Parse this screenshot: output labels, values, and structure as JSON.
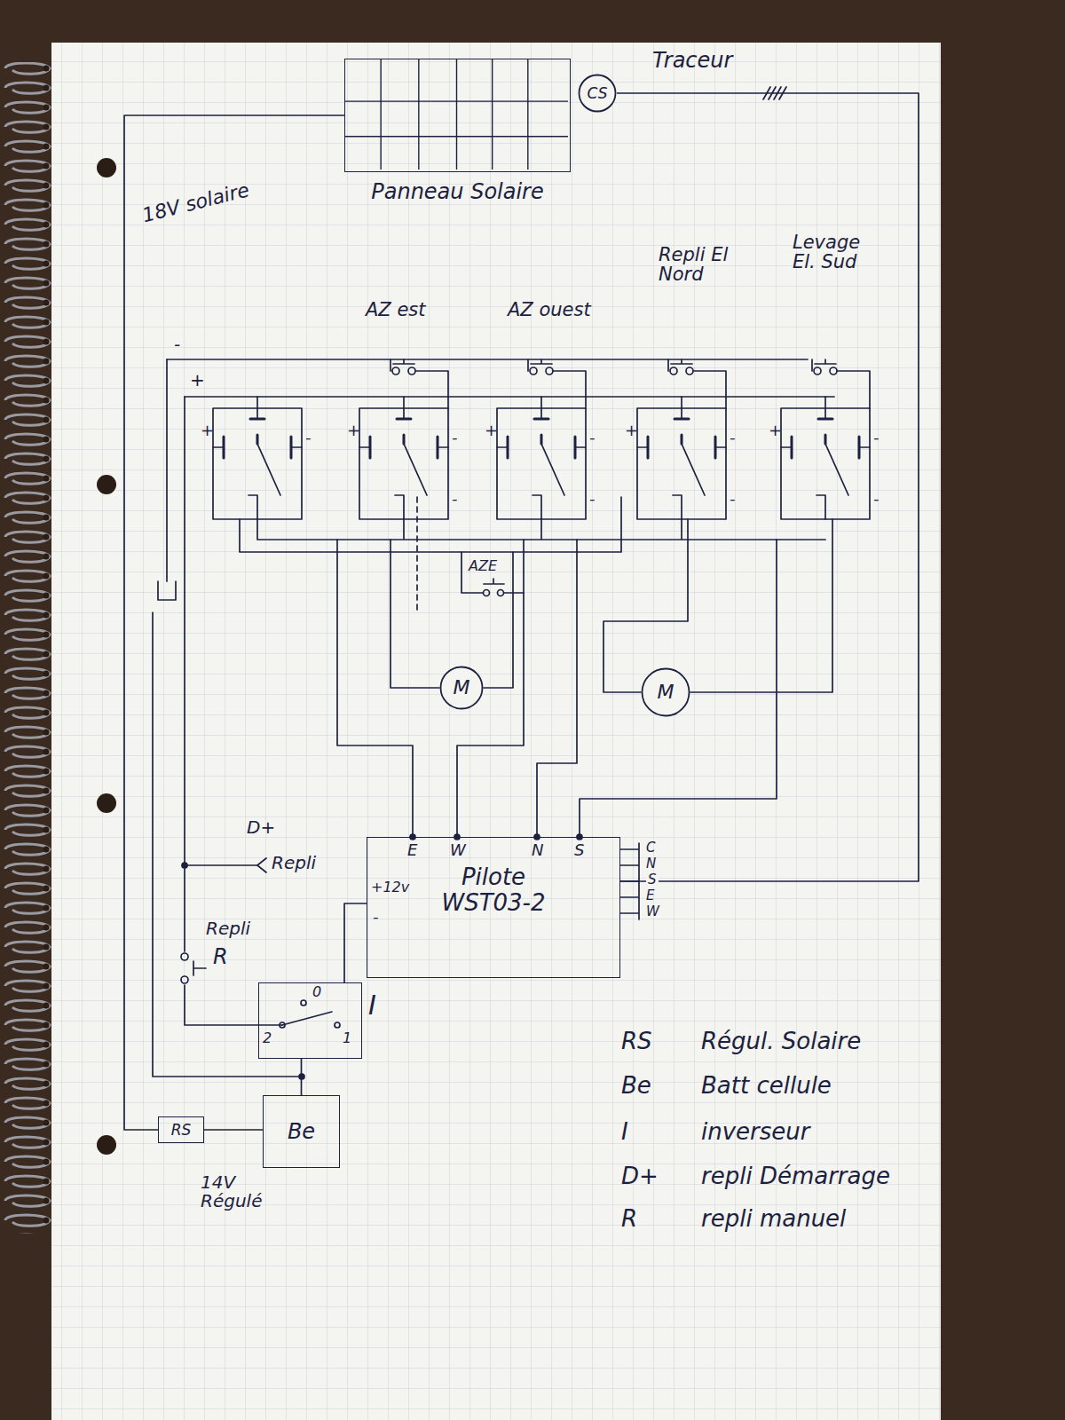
{
  "diagram": {
    "nodes": [
      {
        "text": [
          "Panneau Solaire"
        ]
      },
      {
        "text": [
          "CS"
        ]
      },
      {
        "text": [
          "M"
        ]
      },
      {
        "text": [
          "M"
        ]
      },
      {
        "text": [
          "Pilote WST03-2"
        ]
      },
      {
        "text": [
          "I"
        ]
      },
      {
        "text": [
          "RS"
        ]
      },
      {
        "text": [
          "Be"
        ]
      }
    ],
    "edges": [
      {
        "from": 0,
        "to": 6,
        "arrow": "none"
      },
      {
        "from": 6,
        "to": 7,
        "arrow": "none"
      },
      {
        "from": 7,
        "to": 5,
        "arrow": "none"
      },
      {
        "from": 5,
        "to": 4,
        "arrow": "none"
      },
      {
        "from": 1,
        "to": 4,
        "arrow": "none"
      }
    ],
    "labels": [
      "Traceur",
      "18V solaire",
      "AZ est",
      "AZ ouest",
      "Repli El Nord",
      "Levage El. Sud",
      "-",
      "+",
      "+",
      "-",
      "+",
      "-",
      "-",
      "+",
      "-",
      "-",
      "+",
      "-",
      "-",
      "+",
      "-",
      "-",
      "AZE",
      "E",
      "W",
      "N",
      "S",
      "+12v",
      "-",
      "C",
      "N",
      "S",
      "E",
      "W",
      "D+",
      "Repli",
      "Repli",
      "R",
      "0",
      "2",
      "1",
      "14V Régulé",
      "RS",
      "Régul. Solaire",
      "Be",
      "Batt cellule",
      "I",
      "inverseur",
      "D+",
      "repli Démarrage",
      "R",
      "repli manuel"
    ]
  }
}
